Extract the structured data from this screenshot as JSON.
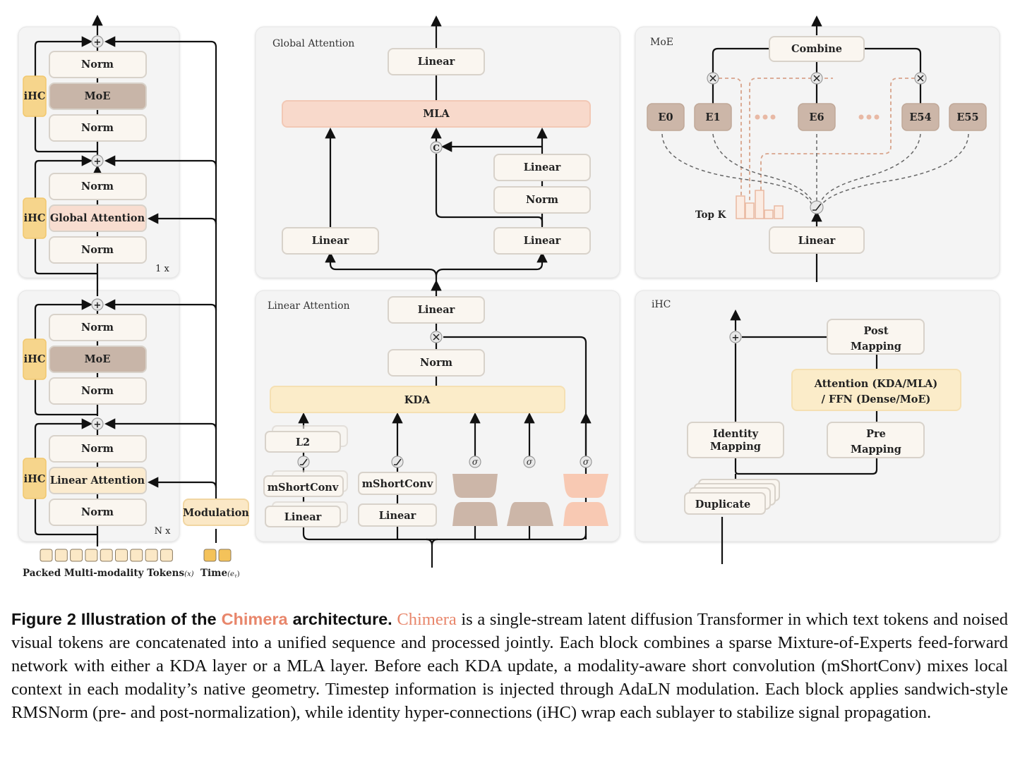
{
  "colors": {
    "panel_bg": "#f4f4f4",
    "box_fill": "#faf6f0",
    "box_stroke": "#d8d2ca",
    "moe_fill": "#c8b5a8",
    "attn_fill": "#f8ddd0",
    "linear_attn_fill": "#fbebcf",
    "ihc_fill": "#f6d58c",
    "mla_fill": "#f8d9cb",
    "kda_fill": "#fbecc9",
    "expert_fill": "#ccb6a8",
    "salmon_fill": "#f8c9b3",
    "token_fill": "#fbe8c6",
    "time_fill": "#f4c25a",
    "accent": "#e8866b",
    "line": "#111111"
  },
  "left_stack": {
    "upper": {
      "moe_block": {
        "norm_top": "Norm",
        "main": "MoE",
        "norm_bottom": "Norm",
        "ihc": "iHC"
      },
      "attn_block": {
        "norm_top": "Norm",
        "main": "Global Attention",
        "norm_bottom": "Norm",
        "ihc": "iHC"
      },
      "repeat": "1 x"
    },
    "lower": {
      "moe_block": {
        "norm_top": "Norm",
        "main": "MoE",
        "norm_bottom": "Norm",
        "ihc": "iHC"
      },
      "attn_block": {
        "norm_top": "Norm",
        "main": "Linear Attention",
        "norm_bottom": "Norm",
        "ihc": "iHC"
      },
      "repeat": "N x"
    },
    "modulation": "Modulation",
    "tokens_label": "Packed Multi-modality Tokens",
    "tokens_symbol": "(x)",
    "time_label": "Time",
    "time_symbol": "(e",
    "time_symbol_sub": "τ",
    "time_symbol_close": ")",
    "token_count": 9,
    "time_count": 2
  },
  "global_attention": {
    "title": "Global Attention",
    "out_linear": "Linear",
    "mla": "MLA",
    "concat": "C",
    "right_linear_top": "Linear",
    "right_norm": "Norm",
    "left_linear": "Linear",
    "right_linear_bottom": "Linear"
  },
  "linear_attention": {
    "title": "Linear Attention",
    "out_linear": "Linear",
    "norm": "Norm",
    "kda": "KDA",
    "l2": "L2",
    "mshortconv_left": "mShortConv",
    "mshortconv_mid": "mShortConv",
    "linear_left": "Linear",
    "linear_mid": "Linear",
    "sigma": "σ"
  },
  "moe": {
    "title": "MoE",
    "combine": "Combine",
    "experts": [
      "E0",
      "E1",
      "E6",
      "E54",
      "E55"
    ],
    "topk": "Top K",
    "router_linear": "Linear"
  },
  "ihc_panel": {
    "title": "iHC",
    "post_mapping": [
      "Post",
      "Mapping"
    ],
    "sublayer": [
      "Attention (KDA/MLA)",
      "/ FFN (Dense/MoE)"
    ],
    "pre_mapping": [
      "Pre",
      "Mapping"
    ],
    "identity_mapping": [
      "Identity",
      "Mapping"
    ],
    "duplicate": "Duplicate"
  },
  "caption": {
    "lead1": "Figure 2  Illustration of the ",
    "name1": "Chimera",
    "lead2": " architecture.",
    "sp": " ",
    "name2": "Chimera",
    "body": " is a single-stream latent diffusion Transformer in which text tokens and noised visual tokens are concatenated into a unified sequence and processed jointly. Each block combines a sparse Mixture-of-Experts feed-forward network with either a KDA layer or a MLA layer. Before each KDA update, a modality-aware short convolution (mShortConv) mixes local context in each modality’s native geometry. Timestep information is injected through AdaLN modulation. Each block applies sandwich-style RMSNorm (pre- and post-normalization), while identity hyper-connections (iHC) wrap each sublayer to stabilize signal propagation."
  }
}
